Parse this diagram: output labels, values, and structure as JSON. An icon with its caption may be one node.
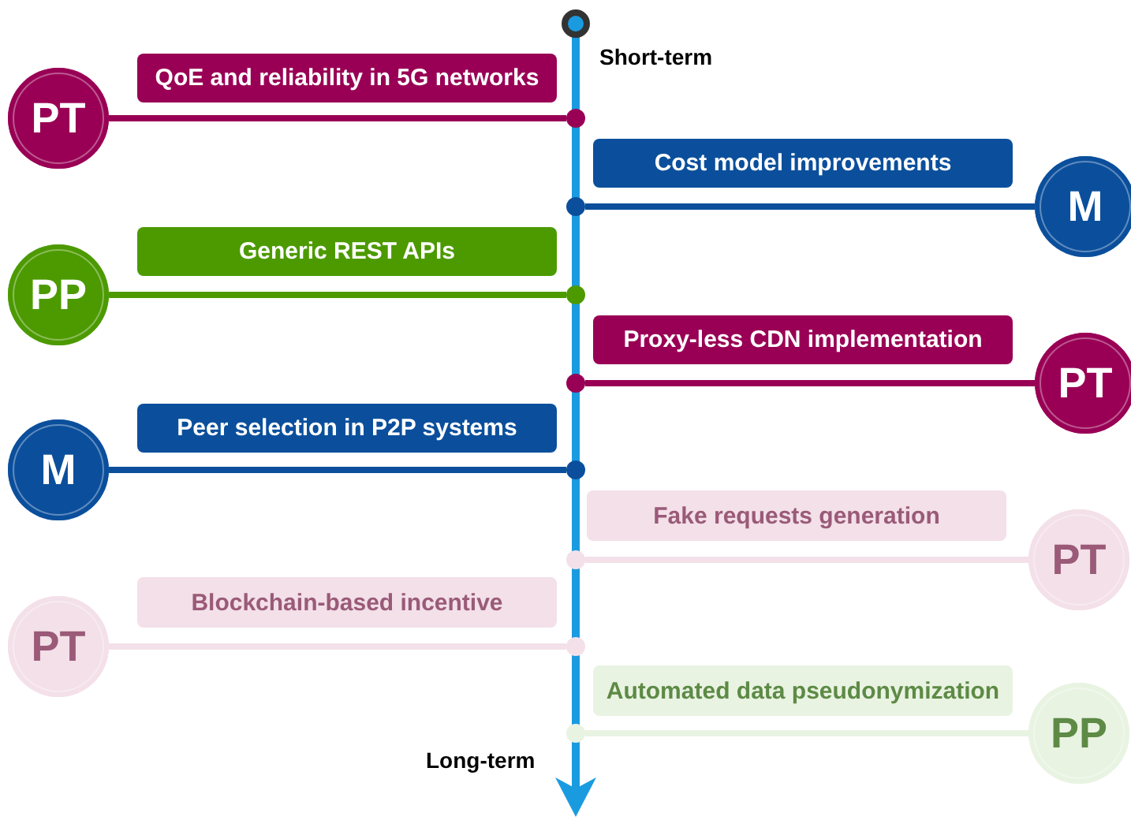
{
  "diagram": {
    "nodes": [
      {
        "text": [
          "QoE and reliability in 5G networks"
        ]
      },
      {
        "text": [
          "PT"
        ]
      },
      {
        "text": [],
        "shape": "circle"
      },
      {
        "text": [
          "Cost model improvements"
        ]
      },
      {
        "text": [
          "M"
        ]
      },
      {
        "text": [],
        "shape": "circle"
      },
      {
        "text": [
          "Generic REST APIs"
        ]
      },
      {
        "text": [
          "PP"
        ]
      },
      {
        "text": [],
        "shape": "circle"
      },
      {
        "text": [
          "Proxy-less CDN implementation"
        ]
      },
      {
        "text": [
          "PT"
        ]
      },
      {
        "text": [],
        "shape": "circle"
      },
      {
        "text": [
          "Peer selection in P2P systems"
        ]
      },
      {
        "text": [
          "M"
        ]
      },
      {
        "text": [],
        "shape": "circle"
      },
      {
        "text": [
          "Fake requests generation"
        ]
      },
      {
        "text": [
          "PT"
        ]
      },
      {
        "text": [],
        "shape": "circle"
      },
      {
        "text": [
          "Blockchain-based incentive"
        ]
      },
      {
        "text": [
          "PT"
        ]
      },
      {
        "text": [],
        "shape": "circle"
      },
      {
        "text": [
          "Automated data pseudonymization"
        ]
      },
      {
        "text": [
          "PP"
        ]
      },
      {
        "text": [],
        "shape": "circle"
      }
    ],
    "edges": [
      {
        "from": 1,
        "to": 2,
        "arrow": "none"
      },
      {
        "from": 4,
        "to": 5,
        "arrow": "none",
        "color": "#0b4f9c"
      },
      {
        "from": 7,
        "to": 8,
        "arrow": "none",
        "color": "#4c9a00"
      },
      {
        "from": 10,
        "to": 11,
        "arrow": "none"
      },
      {
        "from": 13,
        "to": 14,
        "arrow": "none",
        "color": "#0b4f9c"
      },
      {
        "from": 16,
        "to": 17,
        "arrow": "none",
        "color": "#f3e0e8"
      },
      {
        "from": 19,
        "to": 20,
        "arrow": "none",
        "color": "#f3e0e8"
      },
      {
        "from": 22,
        "to": 23,
        "arrow": "none",
        "color": "#e9f3e2"
      }
    ],
    "labels": [
      "Short-term",
      "Long-term"
    ]
  }
}
